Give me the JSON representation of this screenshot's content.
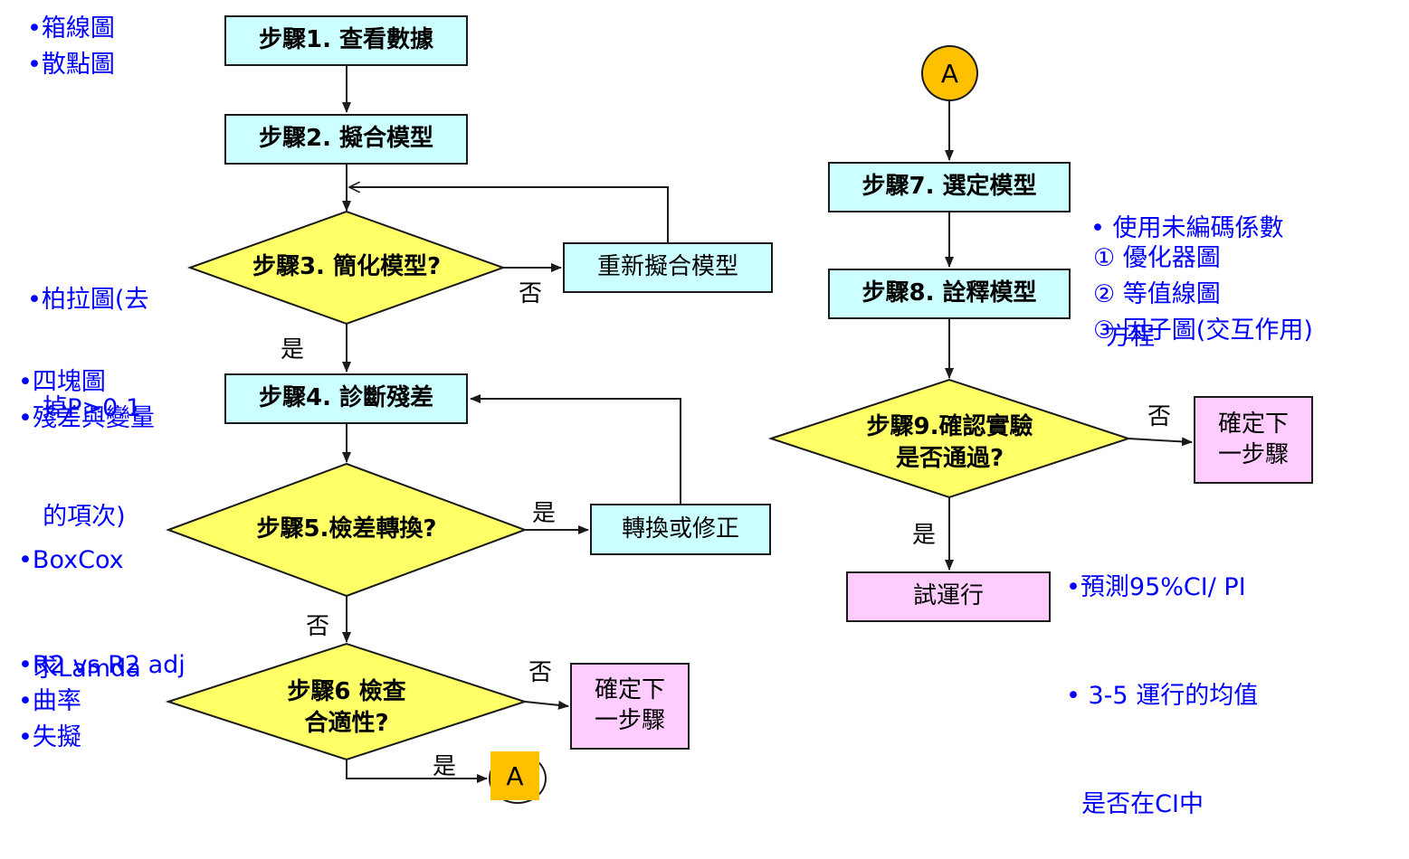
{
  "steps": {
    "s1": "步驟1. 查看數據",
    "s2": "步驟2. 擬合模型",
    "s3": "步驟3. 簡化模型?",
    "s4": "步驟4. 診斷殘差",
    "s5": "步驟5.檢差轉換?",
    "s6_line1": "步驟6 檢查",
    "s6_line2": "合適性?",
    "s7": "步驟7. 選定模型",
    "s8": "步驟8. 詮釋模型",
    "s9_line1": "步驟9.確認實驗",
    "s9_line2": "是否通過?"
  },
  "actions": {
    "refit": "重新擬合模型",
    "transform": "轉換或修正",
    "next_step_line1": "確定下",
    "next_step_line2": "一步驟",
    "trial_run": "試運行"
  },
  "branch_labels": {
    "yes": "是",
    "no": "否"
  },
  "connector_label": "A",
  "notes": {
    "step1": [
      "•箱線圖",
      "•散點圖"
    ],
    "step3": [
      "•柏拉圖(去",
      "  掉P>0.1",
      "  的項次)"
    ],
    "step4": [
      "•四塊圖",
      "•殘差與變量"
    ],
    "step5": [
      "•BoxCox",
      "  求Lamda"
    ],
    "step6": [
      "•R2 vs R2 adj",
      "•曲率",
      "•失擬"
    ],
    "step7": [
      "• 使用未編碼係數",
      "  方程"
    ],
    "step8": [
      "① 優化器圖",
      "② 等值線圖",
      "③ 因子圖(交互作用)"
    ],
    "step9": [
      "•預測95%CI/ PI",
      "• 3-5 運行的均值",
      "  是否在CI中"
    ]
  },
  "colors": {
    "process_fill": "#ccffff",
    "decision_fill": "#ffff66",
    "terminal_fill": "#ffccff",
    "connector_fill": "#ffc000",
    "note_text": "#0000ff"
  }
}
